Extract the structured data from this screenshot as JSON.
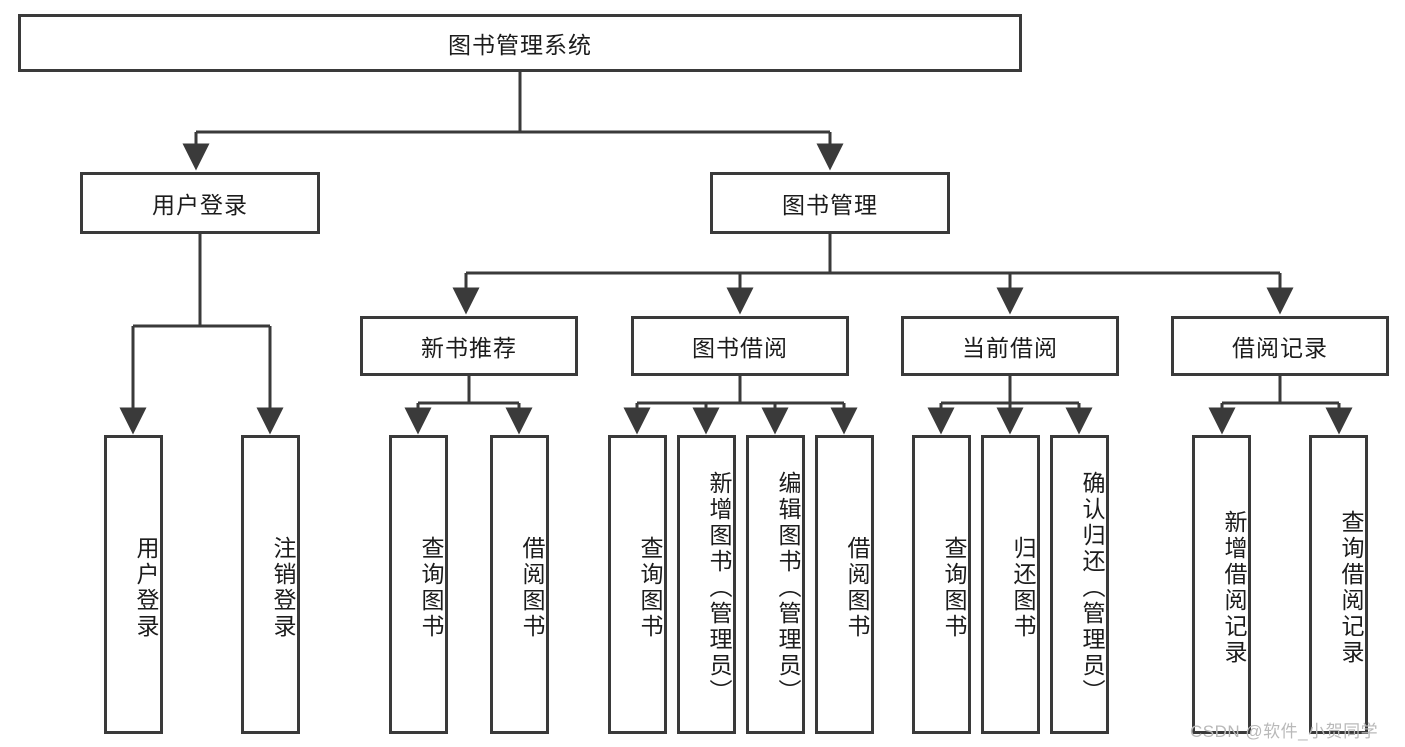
{
  "diagram": {
    "title_node": {
      "label": "图书管理系统"
    },
    "level2": [
      {
        "id": "user-login",
        "label": "用户登录"
      },
      {
        "id": "book-management",
        "label": "图书管理"
      }
    ],
    "level3": [
      {
        "id": "new-book-recommend",
        "label": "新书推荐"
      },
      {
        "id": "book-borrow",
        "label": "图书借阅"
      },
      {
        "id": "current-borrow",
        "label": "当前借阅"
      },
      {
        "id": "borrow-record",
        "label": "借阅记录"
      }
    ],
    "leaves": [
      {
        "id": "leaf-user-login",
        "label": "用户登录"
      },
      {
        "id": "leaf-logout",
        "label": "注销登录"
      },
      {
        "id": "leaf-query-book-1",
        "label": "查询图书"
      },
      {
        "id": "leaf-borrow-book-1",
        "label": "借阅图书"
      },
      {
        "id": "leaf-query-book-2",
        "label": "查询图书"
      },
      {
        "id": "leaf-add-book",
        "label": "新增图书（管理员）"
      },
      {
        "id": "leaf-edit-book",
        "label": "编辑图书（管理员）"
      },
      {
        "id": "leaf-borrow-book-2",
        "label": "借阅图书"
      },
      {
        "id": "leaf-query-book-3",
        "label": "查询图书"
      },
      {
        "id": "leaf-return-book",
        "label": "归还图书"
      },
      {
        "id": "leaf-confirm-return",
        "label": "确认归还（管理员）"
      },
      {
        "id": "leaf-add-record",
        "label": "新增借阅记录"
      },
      {
        "id": "leaf-query-record",
        "label": "查询借阅记录"
      }
    ],
    "watermark": "CSDN @软件_小贺同学",
    "colors": {
      "stroke": "#3a3a3a",
      "background": "#ffffff",
      "text": "#1c1c1c",
      "watermark": "#b9b9b9"
    }
  }
}
